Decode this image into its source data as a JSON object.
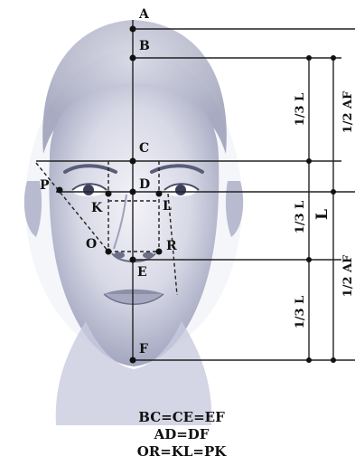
{
  "points": {
    "A": "A",
    "B": "B",
    "C": "C",
    "D": "D",
    "E": "E",
    "F": "F",
    "P": "P",
    "K": "K",
    "L": "L",
    "O": "O",
    "R": "R"
  },
  "dimensions": {
    "third_1": "1/3 L",
    "third_2": "1/3 L",
    "third_3": "1/3 L",
    "half_1": "1/2 AF",
    "half_2": "1/2 AF",
    "total": "L"
  },
  "equations": [
    "BC=CE=EF",
    "AD=DF",
    "OR=KL=PK"
  ]
}
